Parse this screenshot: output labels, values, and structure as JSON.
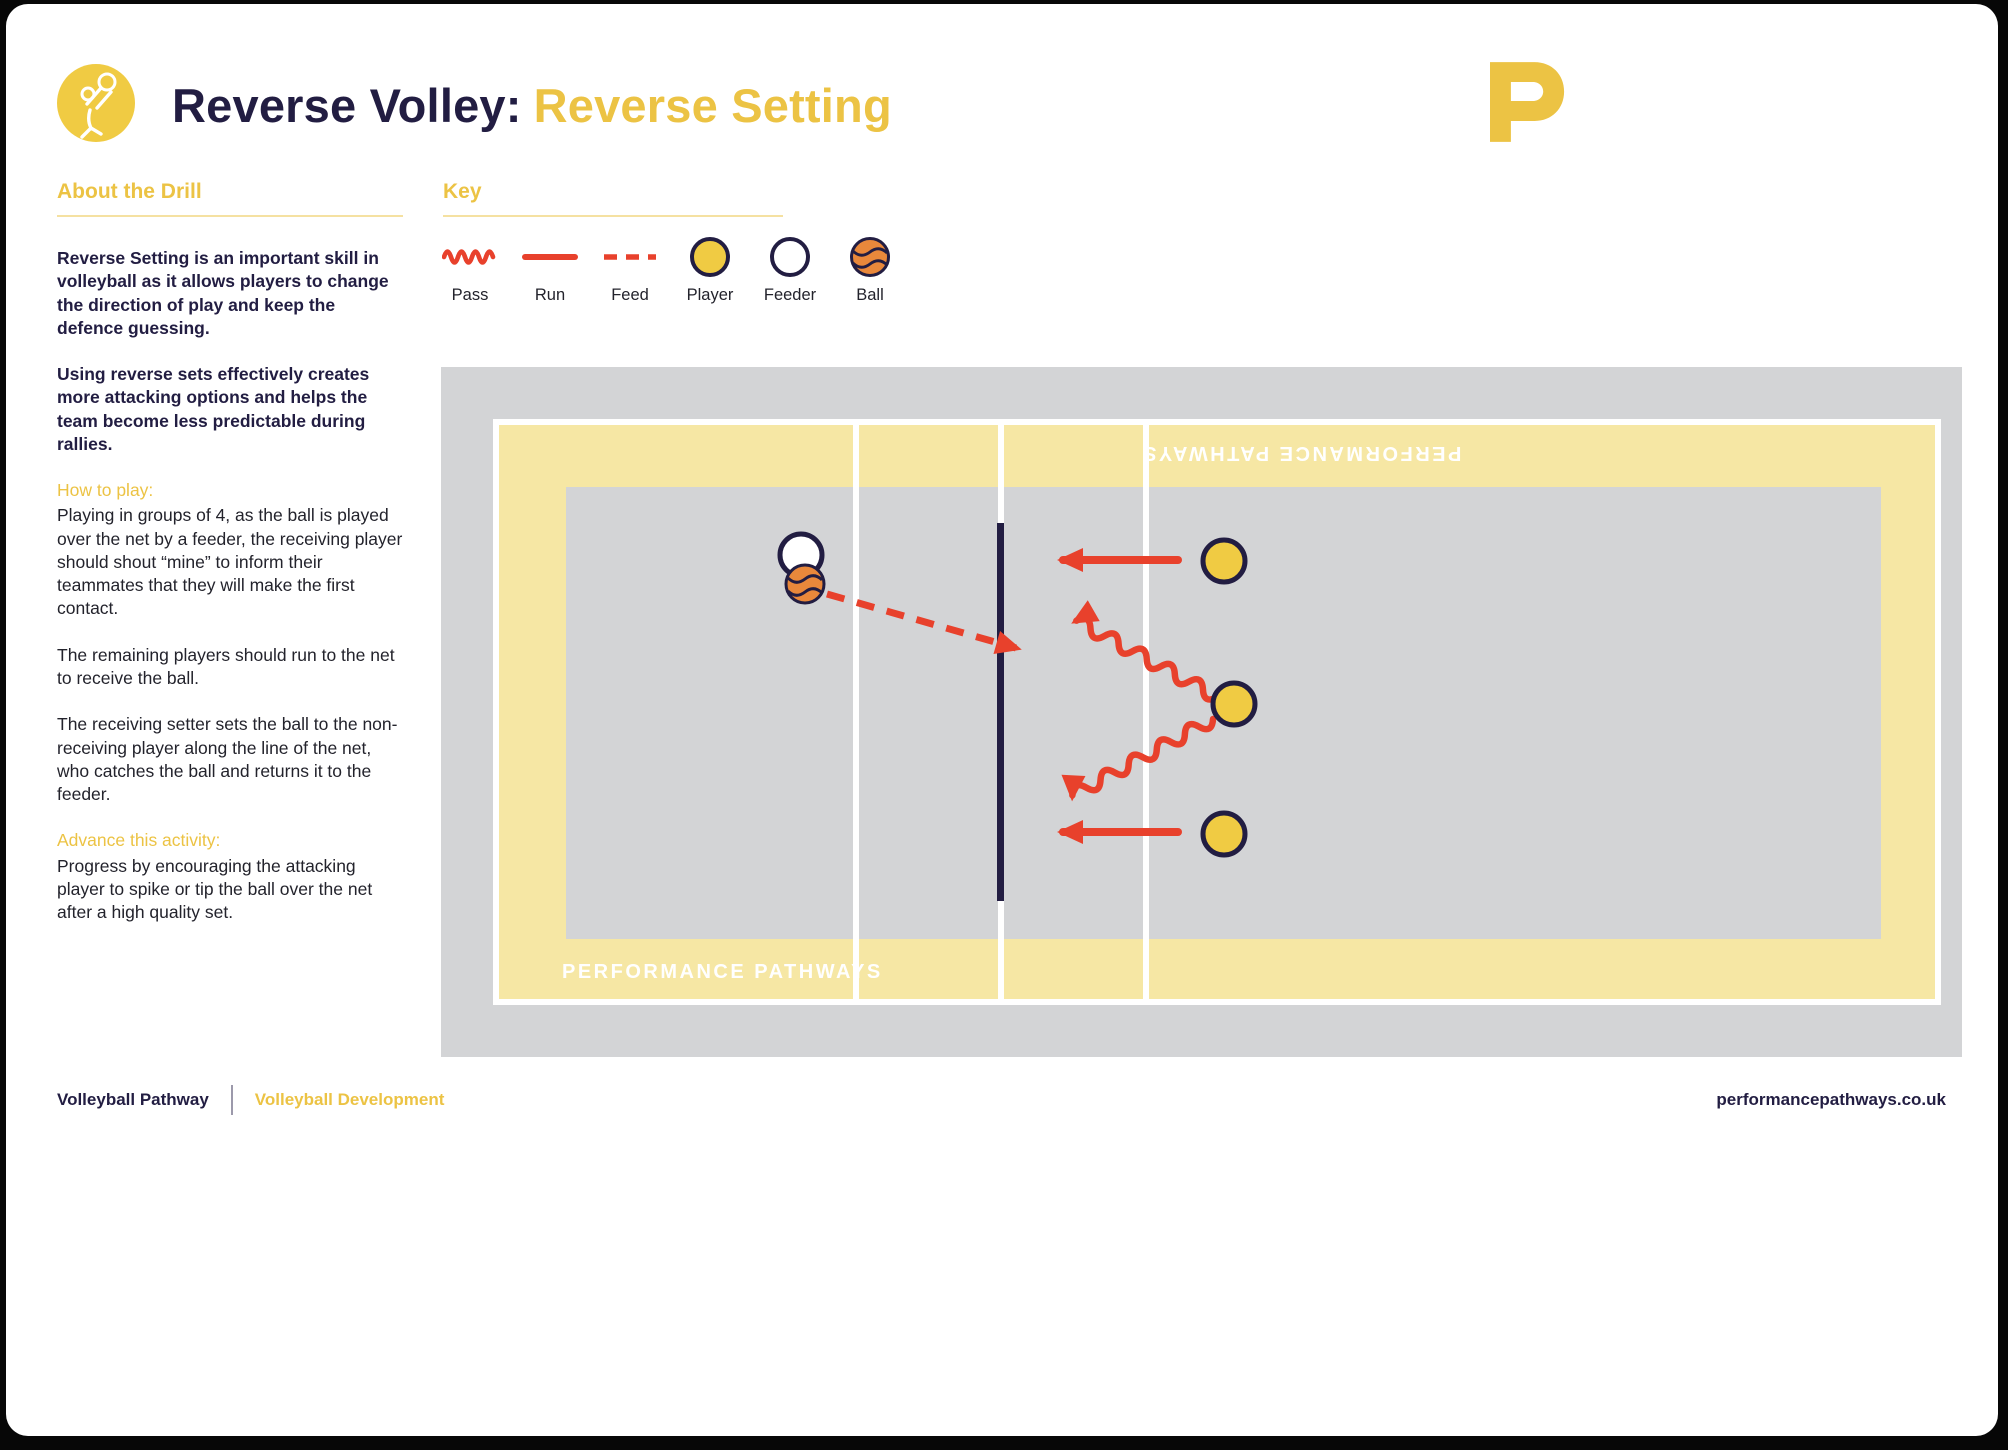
{
  "colors": {
    "navy": "#221D42",
    "yellow": "#ECC344",
    "red": "#E8412C",
    "orange": "#E9883B",
    "court-yellow": "#F6E7A4",
    "court-gray": "#D3D4D6",
    "player-yellow": "#F0CB43"
  },
  "header": {
    "title_primary": "Reverse Volley:",
    "title_accent": "Reverse Setting"
  },
  "about": {
    "heading": "About the Drill",
    "blocks": [
      {
        "type": "bold",
        "text": "Reverse Setting is an important skill in volleyball as it allows players to change the direction of play and keep the defence guessing."
      },
      {
        "type": "bold",
        "text": "Using reverse sets effectively creates more attacking options and helps the team become less predictable during rallies."
      },
      {
        "type": "subheading",
        "text": "How to play:"
      },
      {
        "type": "regular",
        "text": "Playing in groups of 4, as the ball is played over the net by a feeder, the receiving player should shout “mine” to inform their teammates that they will make the first contact."
      },
      {
        "type": "regular",
        "text": "The remaining players should run to the net to receive the ball."
      },
      {
        "type": "regular",
        "text": "The receiving setter sets the ball to the non-receiving player along the line of the net, who catches the ball and returns it to the feeder."
      },
      {
        "type": "subheading",
        "text": "Advance this activity:"
      },
      {
        "type": "regular",
        "text": "Progress by encouraging the attacking player to spike or tip the ball over the net after a high quality set."
      }
    ]
  },
  "key": {
    "heading": "Key",
    "items": [
      {
        "label": "Pass",
        "symbol": "pass-squiggle-line"
      },
      {
        "label": "Run",
        "symbol": "run-solid-line"
      },
      {
        "label": "Feed",
        "symbol": "feed-dashed-line"
      },
      {
        "label": "Player",
        "symbol": "player-circle"
      },
      {
        "label": "Feeder",
        "symbol": "feeder-circle"
      },
      {
        "label": "Ball",
        "symbol": "ball-icon"
      }
    ]
  },
  "diagram": {
    "watermark": "PERFORMANCE PATHWAYS"
  },
  "footer": {
    "pathway": "Volleyball Pathway",
    "development": "Volleyball Development",
    "website": "performancepathways.co.uk"
  }
}
